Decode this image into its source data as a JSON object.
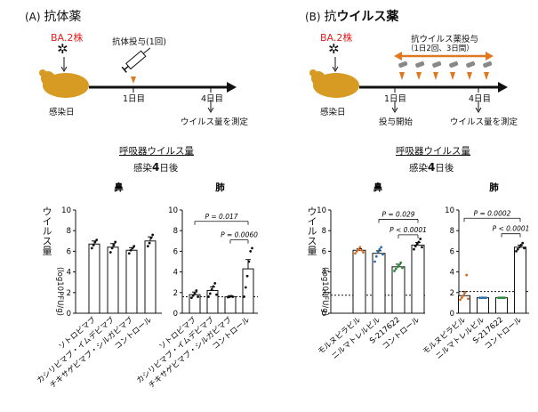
{
  "panelA": {
    "label": "(A)",
    "title": "抗体薬",
    "strain": "BA.2株",
    "infection_day": "感染日",
    "dose_label": "抗体投与(1回)",
    "day1": "1日目",
    "day4": "4日目",
    "measure": "ウイルス量を測定"
  },
  "panelB": {
    "label": "(B)",
    "title_prefix": "抗",
    "title_bold": "ウイルス薬",
    "strain": "BA.2株",
    "infection_day": "感染日",
    "dose_label_1": "抗ウイルス薬投与",
    "dose_label_2": "（1日2回、3日間）",
    "day1": "1日目",
    "day4": "4日目",
    "start": "投与開始",
    "measure": "ウイルス量を測定"
  },
  "common": {
    "resp_a": "呼吸器ウイルス量",
    "after_a": "感染",
    "after_a_num": "4",
    "after_a_suffix": "日後",
    "resp_b": "呼吸器ウイルス量",
    "after_b": "感染",
    "after_b_num": "4",
    "after_b_suffix": "日後"
  },
  "chart_data": [
    {
      "type": "bar",
      "title": "鼻",
      "ylabel": "ウイルス量",
      "ylabel_unit": "(log10PFU/g)",
      "ylim": [
        0,
        10
      ],
      "yticks": [
        0,
        2,
        4,
        6,
        8,
        10
      ],
      "categories": [
        "ソトロビマブ",
        "カシリビマブ・イムデビマブ",
        "チキサゲビマブ・シルガビマブ",
        "コントロール"
      ],
      "values": [
        6.7,
        6.4,
        6.1,
        7.0
      ],
      "errors": [
        0.3,
        0.35,
        0.25,
        0.4
      ],
      "points": [
        [
          6.3,
          6.6,
          6.9,
          7.1
        ],
        [
          5.9,
          6.3,
          6.6,
          6.9
        ],
        [
          5.8,
          6.1,
          6.3,
          6.5
        ],
        [
          6.5,
          6.8,
          7.3,
          7.6
        ]
      ],
      "point_color": "#111111",
      "detection_limit": null,
      "annotations": []
    },
    {
      "type": "bar",
      "title": "肺",
      "ylim": [
        0,
        10
      ],
      "yticks": [
        0,
        2,
        4,
        6,
        8,
        10
      ],
      "categories": [
        "ソトロビマブ",
        "カシリビマブ・イムデビマブ",
        "チキサゲビマブ・シルガビマブ",
        "コントロール"
      ],
      "values": [
        1.8,
        2.2,
        1.6,
        4.3
      ],
      "errors": [
        0.25,
        0.35,
        0.1,
        0.9
      ],
      "points": [
        [
          1.5,
          1.7,
          1.9,
          2.2,
          1.6
        ],
        [
          1.6,
          1.9,
          2.3,
          2.6,
          2.9,
          1.8
        ],
        [
          1.55,
          1.6,
          1.65,
          1.6
        ],
        [
          1.6,
          2.5,
          3.6,
          5.0,
          6.0,
          6.3
        ]
      ],
      "point_color": "#111111",
      "detection_limit": 1.6,
      "annotations": [
        {
          "from": 0,
          "to": 3,
          "y": 8.9,
          "text": "P = 0.017"
        },
        {
          "from": 2,
          "to": 3,
          "y": 7.1,
          "text": "P = 0.0060"
        }
      ]
    },
    {
      "type": "bar",
      "title": "鼻",
      "ylabel": "ウイルス量",
      "ylabel_unit": "(log10PFU/g)",
      "ylim": [
        0,
        10
      ],
      "yticks": [
        0,
        2,
        4,
        6,
        8,
        10
      ],
      "categories": [
        "モルヌピラビル",
        "ニルマトレルビル",
        "S-217622",
        "コントロール"
      ],
      "values": [
        6.1,
        5.8,
        4.5,
        6.6
      ],
      "errors": [
        0.15,
        0.25,
        0.25,
        0.25
      ],
      "points": [
        [
          5.8,
          6.0,
          6.2,
          6.4,
          6.1,
          5.9
        ],
        [
          5.0,
          5.5,
          5.9,
          6.2,
          6.4,
          5.7
        ],
        [
          4.1,
          4.3,
          4.5,
          4.7,
          4.9,
          4.4
        ],
        [
          6.2,
          6.5,
          6.7,
          6.9,
          7.2,
          6.4
        ]
      ],
      "point_colors": [
        "#d2691e",
        "#2e6ea8",
        "#2e8b3c",
        "#111111"
      ],
      "detection_limit": 1.75,
      "annotations": [
        {
          "from": 1,
          "to": 3,
          "y": 9.1,
          "text": "P = 0.029"
        },
        {
          "from": 2,
          "to": 3,
          "y": 7.6,
          "text": "P < 0.0001"
        }
      ]
    },
    {
      "type": "bar",
      "title": "肺",
      "ylim": [
        0,
        10
      ],
      "yticks": [
        0,
        2,
        4,
        6,
        8,
        10
      ],
      "categories": [
        "モルヌピラビル",
        "ニルマトレルビル",
        "S-217622",
        "コントロール"
      ],
      "values": [
        1.7,
        1.5,
        1.5,
        6.4
      ],
      "errors": [
        0.4,
        0.05,
        0.05,
        0.2
      ],
      "points": [
        [
          1.3,
          1.5,
          1.7,
          2.0,
          3.7,
          1.4
        ],
        [
          1.5,
          1.5,
          1.5,
          1.5,
          1.5
        ],
        [
          1.5,
          1.5,
          1.5,
          1.5,
          1.5
        ],
        [
          6.0,
          6.2,
          6.4,
          6.6,
          6.8,
          6.3
        ]
      ],
      "point_colors": [
        "#d2691e",
        "#2e6ea8",
        "#2e8b3c",
        "#111111"
      ],
      "detection_limit": 2.1,
      "annotations": [
        {
          "from": 0,
          "to": 3,
          "y": 9.2,
          "text": "P = 0.0002"
        },
        {
          "from": 2,
          "to": 3,
          "y": 7.7,
          "text": "P < 0.0001"
        }
      ]
    }
  ]
}
